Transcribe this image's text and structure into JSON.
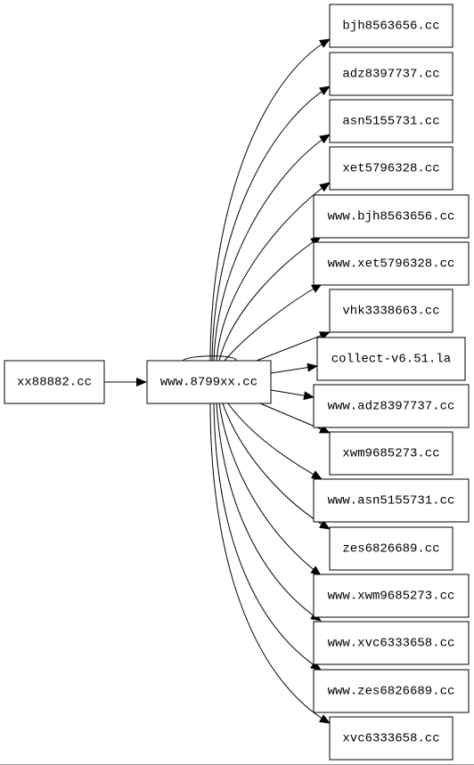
{
  "graph": {
    "source_node": "xx88882.cc",
    "hub_node": "www.8799xx.cc",
    "targets": [
      "bjh8563656.cc",
      "adz8397737.cc",
      "asn5155731.cc",
      "xet5796328.cc",
      "www.bjh8563656.cc",
      "www.xet5796328.cc",
      "vhk3338663.cc",
      "collect-v6.51.la",
      "www.adz8397737.cc",
      "xwm9685273.cc",
      "www.asn5155731.cc",
      "zes6826689.cc",
      "www.xwm9685273.cc",
      "www.xvc6333658.cc",
      "www.zes6826689.cc",
      "xvc6333658.cc"
    ],
    "edges": [
      {
        "from": "xx88882.cc",
        "to": "www.8799xx.cc"
      },
      {
        "from": "www.8799xx.cc",
        "to": "www.8799xx.cc",
        "self_loop": true
      },
      {
        "from": "www.8799xx.cc",
        "to": "bjh8563656.cc"
      },
      {
        "from": "www.8799xx.cc",
        "to": "adz8397737.cc"
      },
      {
        "from": "www.8799xx.cc",
        "to": "asn5155731.cc"
      },
      {
        "from": "www.8799xx.cc",
        "to": "xet5796328.cc"
      },
      {
        "from": "www.8799xx.cc",
        "to": "www.bjh8563656.cc"
      },
      {
        "from": "www.8799xx.cc",
        "to": "www.xet5796328.cc"
      },
      {
        "from": "www.8799xx.cc",
        "to": "vhk3338663.cc"
      },
      {
        "from": "www.8799xx.cc",
        "to": "collect-v6.51.la"
      },
      {
        "from": "www.8799xx.cc",
        "to": "www.adz8397737.cc"
      },
      {
        "from": "www.8799xx.cc",
        "to": "xwm9685273.cc"
      },
      {
        "from": "www.8799xx.cc",
        "to": "www.asn5155731.cc"
      },
      {
        "from": "www.8799xx.cc",
        "to": "zes6826689.cc"
      },
      {
        "from": "www.8799xx.cc",
        "to": "www.xwm9685273.cc"
      },
      {
        "from": "www.8799xx.cc",
        "to": "www.xvc6333658.cc"
      },
      {
        "from": "www.8799xx.cc",
        "to": "www.zes6826689.cc"
      },
      {
        "from": "www.8799xx.cc",
        "to": "xvc6333658.cc"
      }
    ]
  }
}
